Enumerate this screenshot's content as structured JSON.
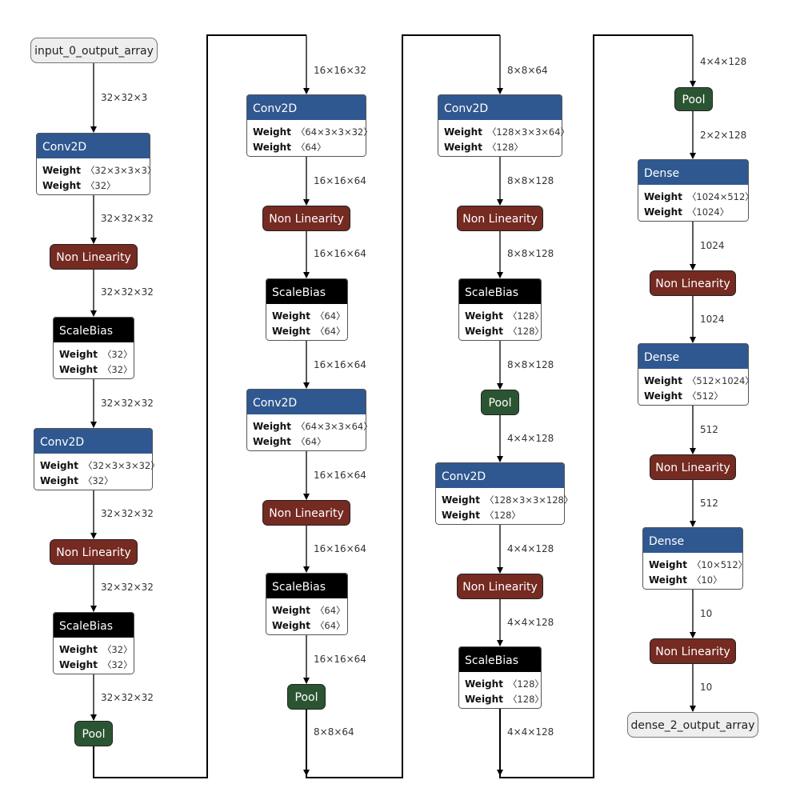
{
  "colors": {
    "conv": "#2f5891",
    "dense": "#2f5891",
    "nonlinear": "#752a22",
    "scalebias": "#000000",
    "pool": "#2b5532",
    "io": "#eeeeee",
    "edge": "#000000"
  },
  "columns": [
    {
      "nodes": [
        {
          "kind": "io",
          "label": "input_0_output_array"
        },
        {
          "kind": "conv",
          "label": "Conv2D",
          "params": [
            {
              "name": "Weight",
              "shape": "〈32×3×3×3〉"
            },
            {
              "name": "Weight",
              "shape": "〈32〉"
            }
          ]
        },
        {
          "kind": "nonlinear",
          "label": "Non Linearity"
        },
        {
          "kind": "scalebias",
          "label": "ScaleBias",
          "params": [
            {
              "name": "Weight",
              "shape": "〈32〉"
            },
            {
              "name": "Weight",
              "shape": "〈32〉"
            }
          ]
        },
        {
          "kind": "conv",
          "label": "Conv2D",
          "params": [
            {
              "name": "Weight",
              "shape": "〈32×3×3×32〉"
            },
            {
              "name": "Weight",
              "shape": "〈32〉"
            }
          ]
        },
        {
          "kind": "nonlinear",
          "label": "Non Linearity"
        },
        {
          "kind": "scalebias",
          "label": "ScaleBias",
          "params": [
            {
              "name": "Weight",
              "shape": "〈32〉"
            },
            {
              "name": "Weight",
              "shape": "〈32〉"
            }
          ]
        },
        {
          "kind": "pool",
          "label": "Pool"
        }
      ],
      "edges": [
        "32×32×3",
        "32×32×32",
        "32×32×32",
        "32×32×32",
        "32×32×32",
        "32×32×32",
        "32×32×32"
      ]
    },
    {
      "nodes": [
        {
          "kind": "conv",
          "label": "Conv2D",
          "params": [
            {
              "name": "Weight",
              "shape": "〈64×3×3×32〉"
            },
            {
              "name": "Weight",
              "shape": "〈64〉"
            }
          ]
        },
        {
          "kind": "nonlinear",
          "label": "Non Linearity"
        },
        {
          "kind": "scalebias",
          "label": "ScaleBias",
          "params": [
            {
              "name": "Weight",
              "shape": "〈64〉"
            },
            {
              "name": "Weight",
              "shape": "〈64〉"
            }
          ]
        },
        {
          "kind": "conv",
          "label": "Conv2D",
          "params": [
            {
              "name": "Weight",
              "shape": "〈64×3×3×64〉"
            },
            {
              "name": "Weight",
              "shape": "〈64〉"
            }
          ]
        },
        {
          "kind": "nonlinear",
          "label": "Non Linearity"
        },
        {
          "kind": "scalebias",
          "label": "ScaleBias",
          "params": [
            {
              "name": "Weight",
              "shape": "〈64〉"
            },
            {
              "name": "Weight",
              "shape": "〈64〉"
            }
          ]
        },
        {
          "kind": "pool",
          "label": "Pool"
        }
      ],
      "edges": [
        "16×16×32",
        "16×16×64",
        "16×16×64",
        "16×16×64",
        "16×16×64",
        "16×16×64",
        "16×16×64",
        "8×8×64"
      ]
    },
    {
      "nodes": [
        {
          "kind": "conv",
          "label": "Conv2D",
          "params": [
            {
              "name": "Weight",
              "shape": "〈128×3×3×64〉"
            },
            {
              "name": "Weight",
              "shape": "〈128〉"
            }
          ]
        },
        {
          "kind": "nonlinear",
          "label": "Non Linearity"
        },
        {
          "kind": "scalebias",
          "label": "ScaleBias",
          "params": [
            {
              "name": "Weight",
              "shape": "〈128〉"
            },
            {
              "name": "Weight",
              "shape": "〈128〉"
            }
          ]
        },
        {
          "kind": "pool",
          "label": "Pool"
        },
        {
          "kind": "conv",
          "label": "Conv2D",
          "params": [
            {
              "name": "Weight",
              "shape": "〈128×3×3×128〉"
            },
            {
              "name": "Weight",
              "shape": "〈128〉"
            }
          ]
        },
        {
          "kind": "nonlinear",
          "label": "Non Linearity"
        },
        {
          "kind": "scalebias",
          "label": "ScaleBias",
          "params": [
            {
              "name": "Weight",
              "shape": "〈128〉"
            },
            {
              "name": "Weight",
              "shape": "〈128〉"
            }
          ]
        }
      ],
      "edges": [
        "8×8×64",
        "8×8×128",
        "8×8×128",
        "8×8×128",
        "4×4×128",
        "4×4×128",
        "4×4×128",
        "4×4×128"
      ]
    },
    {
      "nodes": [
        {
          "kind": "pool",
          "label": "Pool"
        },
        {
          "kind": "dense",
          "label": "Dense",
          "params": [
            {
              "name": "Weight",
              "shape": "〈1024×512〉"
            },
            {
              "name": "Weight",
              "shape": "〈1024〉"
            }
          ]
        },
        {
          "kind": "nonlinear",
          "label": "Non Linearity"
        },
        {
          "kind": "dense",
          "label": "Dense",
          "params": [
            {
              "name": "Weight",
              "shape": "〈512×1024〉"
            },
            {
              "name": "Weight",
              "shape": "〈512〉"
            }
          ]
        },
        {
          "kind": "nonlinear",
          "label": "Non Linearity"
        },
        {
          "kind": "dense",
          "label": "Dense",
          "params": [
            {
              "name": "Weight",
              "shape": "〈10×512〉"
            },
            {
              "name": "Weight",
              "shape": "〈10〉"
            }
          ]
        },
        {
          "kind": "nonlinear",
          "label": "Non Linearity"
        },
        {
          "kind": "io",
          "label": "dense_2_output_array"
        }
      ],
      "edges": [
        "4×4×128",
        "2×2×128",
        "1024",
        "1024",
        "512",
        "512",
        "10",
        "10"
      ]
    }
  ]
}
